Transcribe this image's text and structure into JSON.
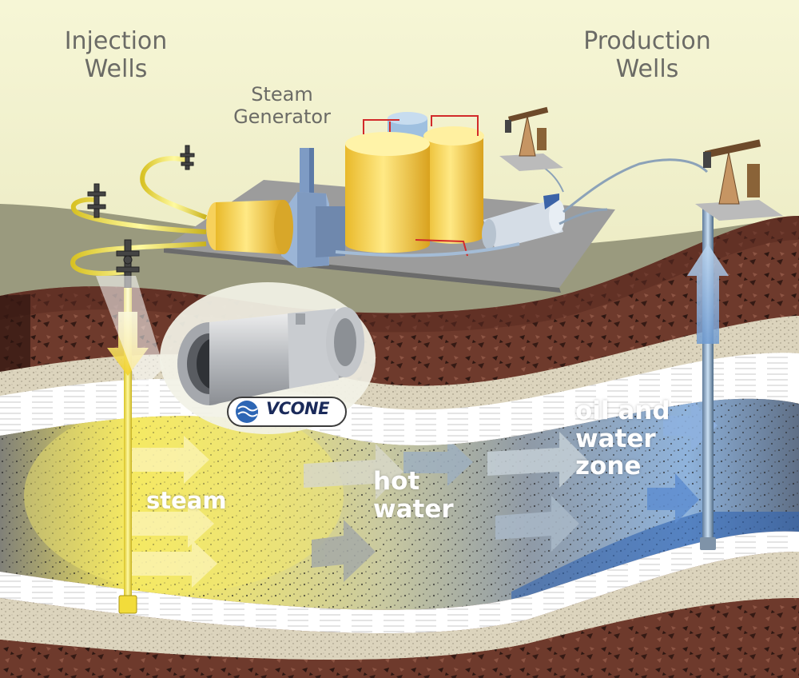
{
  "labels": {
    "injection_line1": "Injection",
    "injection_line2": "Wells",
    "production_line1": "Production",
    "production_line2": "Wells",
    "steam_line1": "Steam",
    "steam_line2": "Generator"
  },
  "zones": {
    "steam": "steam",
    "hot_line1": "hot",
    "hot_line2": "water",
    "oil_line1": "oil and",
    "oil_line2": "water",
    "oil_line3": "zone"
  },
  "brand": {
    "text": "VCONE",
    "icon": "water-waves-icon"
  },
  "colors": {
    "steam_yellow": "#f5e14a",
    "water_blue": "#4d82c4",
    "rock_brown": "#6e3a2c",
    "sand": "#d9d2bd",
    "sky": "#efefc9"
  }
}
